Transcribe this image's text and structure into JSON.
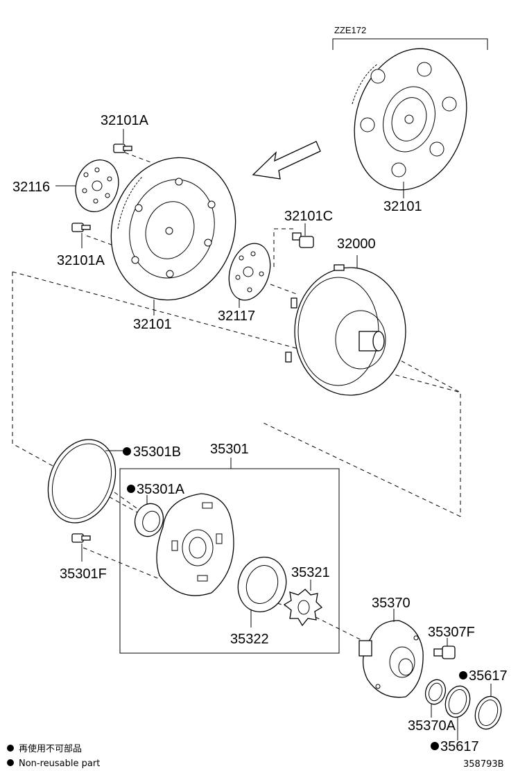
{
  "variant": {
    "label": "ZZE172"
  },
  "labels": {
    "p32101A_top": "32101A",
    "p32116": "32116",
    "p32101A_bottom": "32101A",
    "p32101_left": "32101",
    "p32101_right": "32101",
    "p32101C": "32101C",
    "p32117": "32117",
    "p32000": "32000",
    "p35301B": "35301B",
    "p35301": "35301",
    "p35301A": "35301A",
    "p35301F": "35301F",
    "p35321": "35321",
    "p35322": "35322",
    "p35370": "35370",
    "p35307F": "35307F",
    "p35617_top": "35617",
    "p35370A": "35370A",
    "p35617_bottom": "35617"
  },
  "legend": {
    "japanese": "再使用不可部品",
    "english": "Non-reusable part"
  },
  "footer": {
    "diagram_id": "358793B"
  },
  "icons": {
    "non_reusable_marker": "filled-circle",
    "direction_arrow": "outline-arrow"
  }
}
